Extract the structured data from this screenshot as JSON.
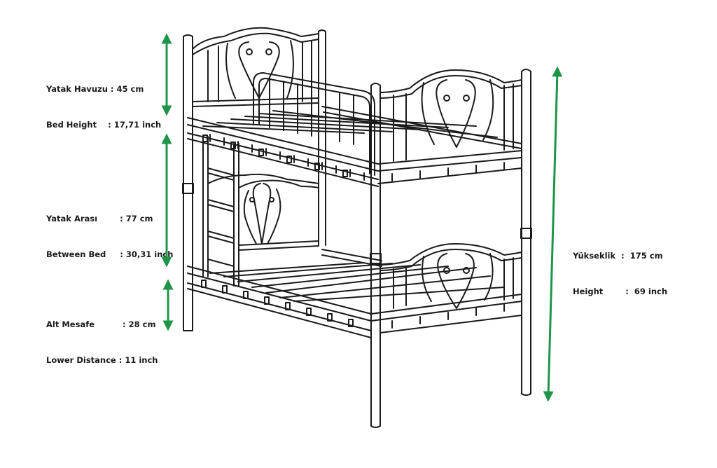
{
  "dimensions": {
    "bed_height": {
      "line_tr": "Yatak Havuzu : 45 cm",
      "line_en": "Bed Height    : 17,71 inch"
    },
    "between_bed": {
      "line_tr": "Yatak Arası        : 77 cm",
      "line_en": "Between Bed     : 30,31 inch"
    },
    "lower_distance": {
      "line_tr": "Alt Mesafe          : 28 cm",
      "line_en": "Lower Distance : 11 inch"
    },
    "total_height": {
      "line_tr": "Yükseklik  :  175 cm",
      "line_en": "Height        :  69 inch"
    }
  },
  "colors": {
    "arrow": "#1e9448",
    "line_art": "#1a1a1a"
  }
}
